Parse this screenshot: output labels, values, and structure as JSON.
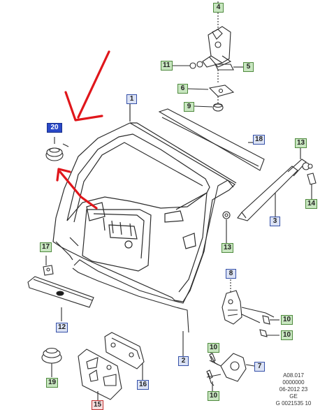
{
  "colors": {
    "line": "#2b2b2b",
    "arrow_red": "#e0161b",
    "callout_green_fill": "#c8e6c0",
    "callout_blue_fill": "#dbe2f4",
    "callout_red_border": "#c03030",
    "callout_fill_blue": "#2a49c8"
  },
  "callouts": {
    "c4": "4",
    "c11": "11",
    "c5": "5",
    "c6": "6",
    "c9": "9",
    "c1": "1",
    "c20": "20",
    "c18": "18",
    "c13a": "13",
    "c3": "3",
    "c14": "14",
    "c13b": "13",
    "c17": "17",
    "c8": "8",
    "c12": "12",
    "c10a": "10",
    "c10b": "10",
    "c2": "2",
    "c16": "16",
    "c10c": "10",
    "c7": "7",
    "c19": "19",
    "c10d": "10",
    "c15": "15"
  },
  "footer": {
    "line1": "A08.017",
    "line2": "0000000",
    "line3": "06-2012 23",
    "line4": "GE",
    "line5": "G 0021535 10"
  }
}
